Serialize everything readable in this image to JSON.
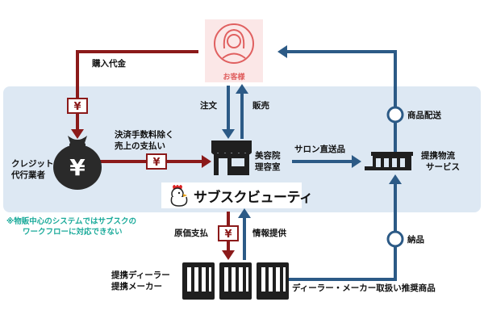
{
  "customer": {
    "label": "お客様",
    "icon": "woman-avatar-icon"
  },
  "labels": {
    "purchase_payment": "購入代金",
    "order": "注文",
    "sales": "販売",
    "settlement_line1": "決済手数料除く",
    "settlement_line2": "売上の支払い",
    "credit_line1": "クレジット",
    "credit_line2": "代行業者",
    "salon_line1": "美容院",
    "salon_line2": "理容室",
    "salon_direct": "サロン直送品",
    "product_delivery": "商品配送",
    "logistics_line1": "提携物流",
    "logistics_line2": "サービス",
    "note_line1": "※物販中心のシステムではサブスクの",
    "note_line2": "ワークフローに対応できない",
    "cost_payment": "原価支払",
    "info_provision": "情報提供",
    "delivery": "納品",
    "dealer_line1": "提携ディーラー",
    "dealer_line2": "提携メーカー",
    "recommended": "ディーラー・メーカー取扱い推奨商品"
  },
  "logo": {
    "text": "サブスクビューティ",
    "icon": "chicken-icon"
  },
  "money_symbol": "¥",
  "colors": {
    "money_flow": "#8b1a1a",
    "goods_flow": "#2c5a86",
    "band": "#dde8f3",
    "customer_bg": "#fbe7e7",
    "customer_accent": "#e06060",
    "note": "#1aaa9a",
    "icon_dark": "#222222"
  }
}
